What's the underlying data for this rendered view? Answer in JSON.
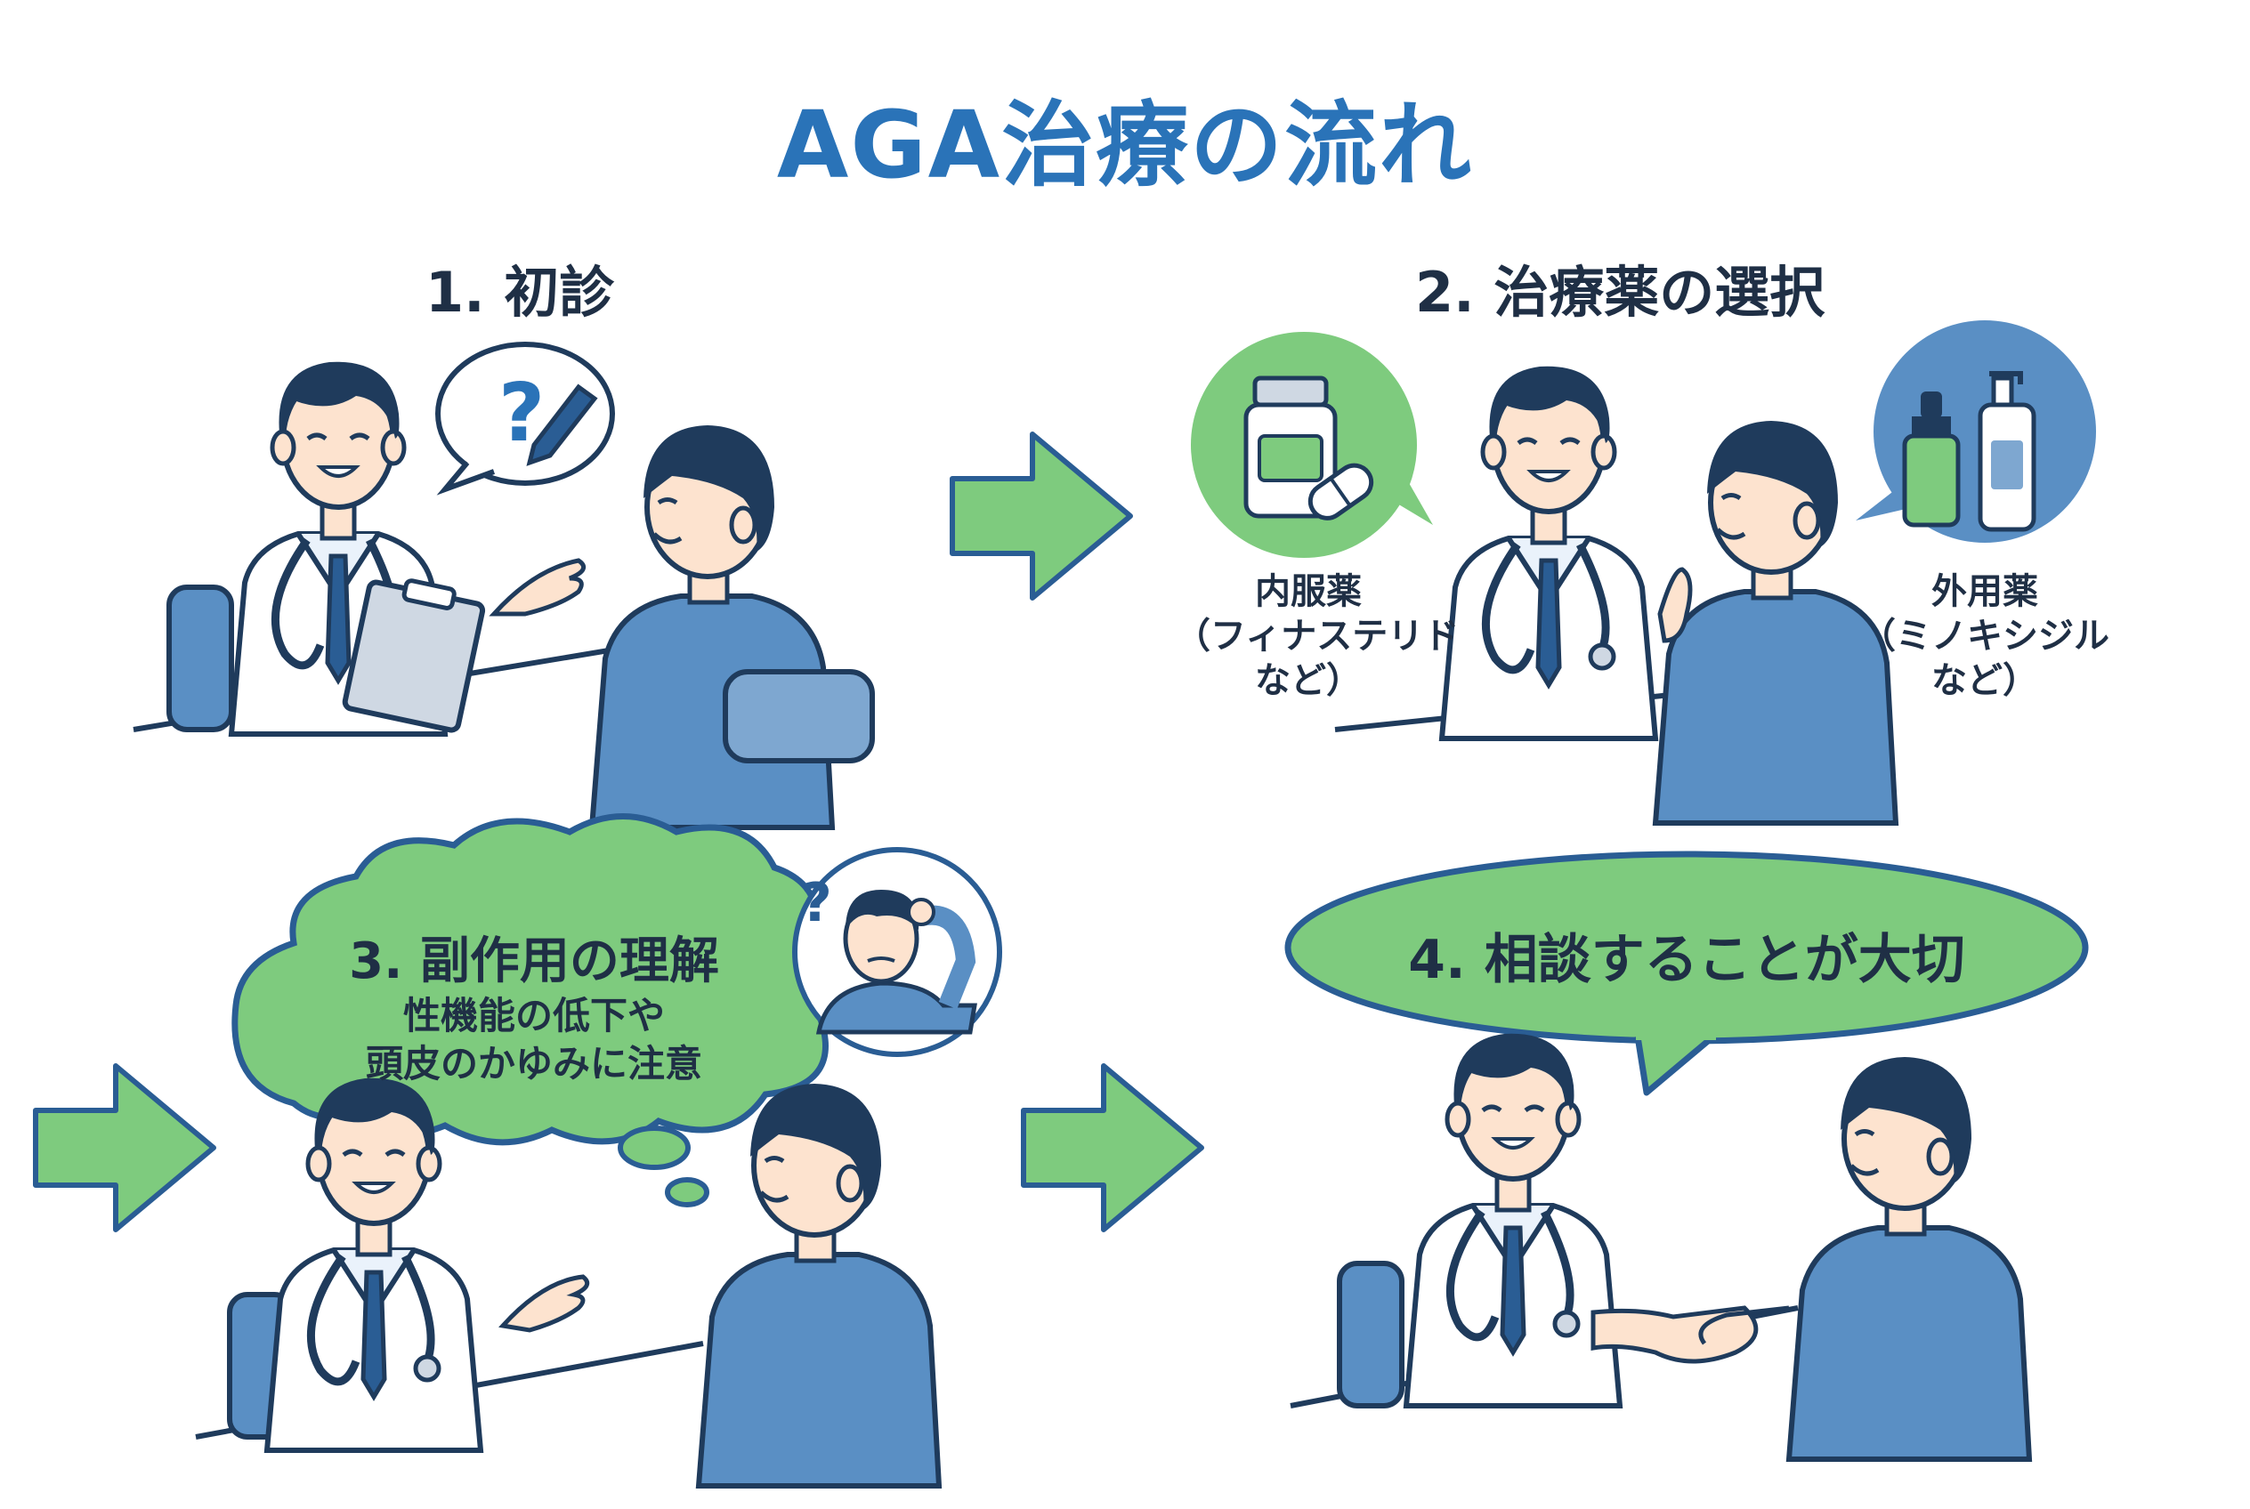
{
  "title": "AGA治療の流れ",
  "steps": [
    {
      "title": "1. 初診"
    },
    {
      "title": "2. 治療薬の選択",
      "oral": {
        "name": "内服薬",
        "line2": "（フィナステリド",
        "line3": "など）"
      },
      "topical": {
        "name": "外用薬",
        "line2": "（ミノキシジル",
        "line3": "など）"
      }
    },
    {
      "title": "3. 副作用の理解",
      "detail_line1": "性機能の低下や",
      "detail_line2": "頭皮のかゆみに注意"
    },
    {
      "title": "4. 相談することが大切"
    }
  ],
  "colors": {
    "title": "#2a73b8",
    "green": "#7ecb7e",
    "blue": "#5a8fc4",
    "navy": "#1f3b5c",
    "ink": "#1f2f45"
  }
}
